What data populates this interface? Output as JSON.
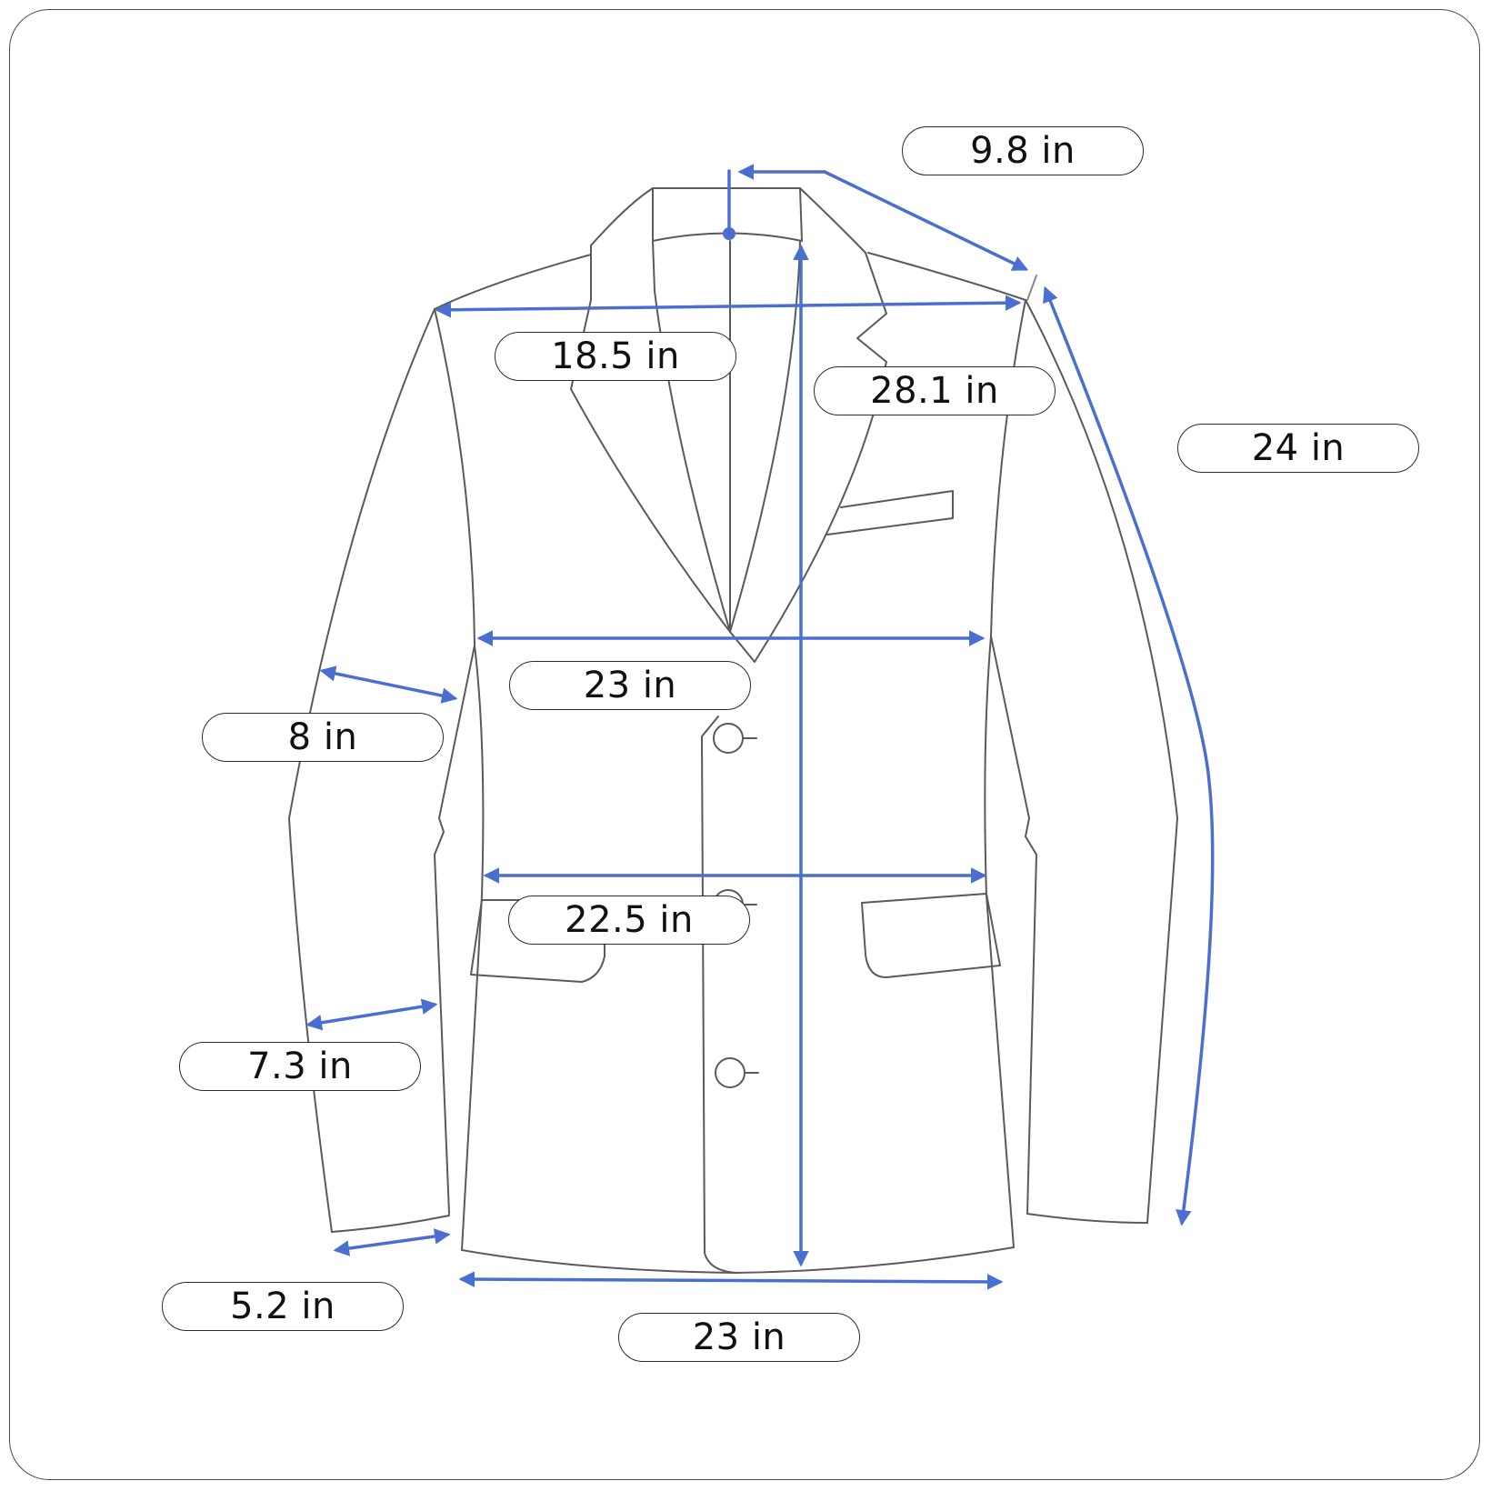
{
  "measurements": {
    "shoulder_to_collar": "9.8 in",
    "shoulder_width": "18.5 in",
    "length": "28.1 in",
    "sleeve_length": "24 in",
    "chest": "23 in",
    "bicep": "8 in",
    "waist": "22.5 in",
    "forearm": "7.3 in",
    "cuff": "5.2 in",
    "hem": "23 in"
  },
  "colors": {
    "outline": "#5a5a5a",
    "measure": "#4a6fd0",
    "frame": "#4a4a4a"
  }
}
